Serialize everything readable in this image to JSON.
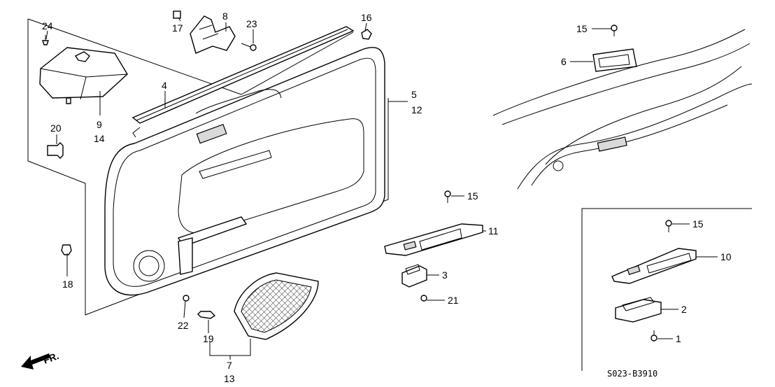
{
  "diagram_code": "S023-B3910",
  "direction_label": "FR.",
  "callouts": [
    {
      "id": "c24",
      "text": "24"
    },
    {
      "id": "c17",
      "text": "17"
    },
    {
      "id": "c8",
      "text": "8"
    },
    {
      "id": "c23",
      "text": "23"
    },
    {
      "id": "c16",
      "text": "16"
    },
    {
      "id": "c4",
      "text": "4"
    },
    {
      "id": "c9",
      "text": "9"
    },
    {
      "id": "c14",
      "text": "14"
    },
    {
      "id": "c20",
      "text": "20"
    },
    {
      "id": "c5",
      "text": "5"
    },
    {
      "id": "c12",
      "text": "12"
    },
    {
      "id": "c18",
      "text": "18"
    },
    {
      "id": "c22",
      "text": "22"
    },
    {
      "id": "c19",
      "text": "19"
    },
    {
      "id": "c7",
      "text": "7"
    },
    {
      "id": "c13",
      "text": "13"
    },
    {
      "id": "c15a",
      "text": "15"
    },
    {
      "id": "c6",
      "text": "6"
    },
    {
      "id": "c15b",
      "text": "15"
    },
    {
      "id": "c11",
      "text": "11"
    },
    {
      "id": "c3",
      "text": "3"
    },
    {
      "id": "c21",
      "text": "21"
    },
    {
      "id": "c15c",
      "text": "15"
    },
    {
      "id": "c10",
      "text": "10"
    },
    {
      "id": "c2",
      "text": "2"
    },
    {
      "id": "c1",
      "text": "1"
    }
  ]
}
